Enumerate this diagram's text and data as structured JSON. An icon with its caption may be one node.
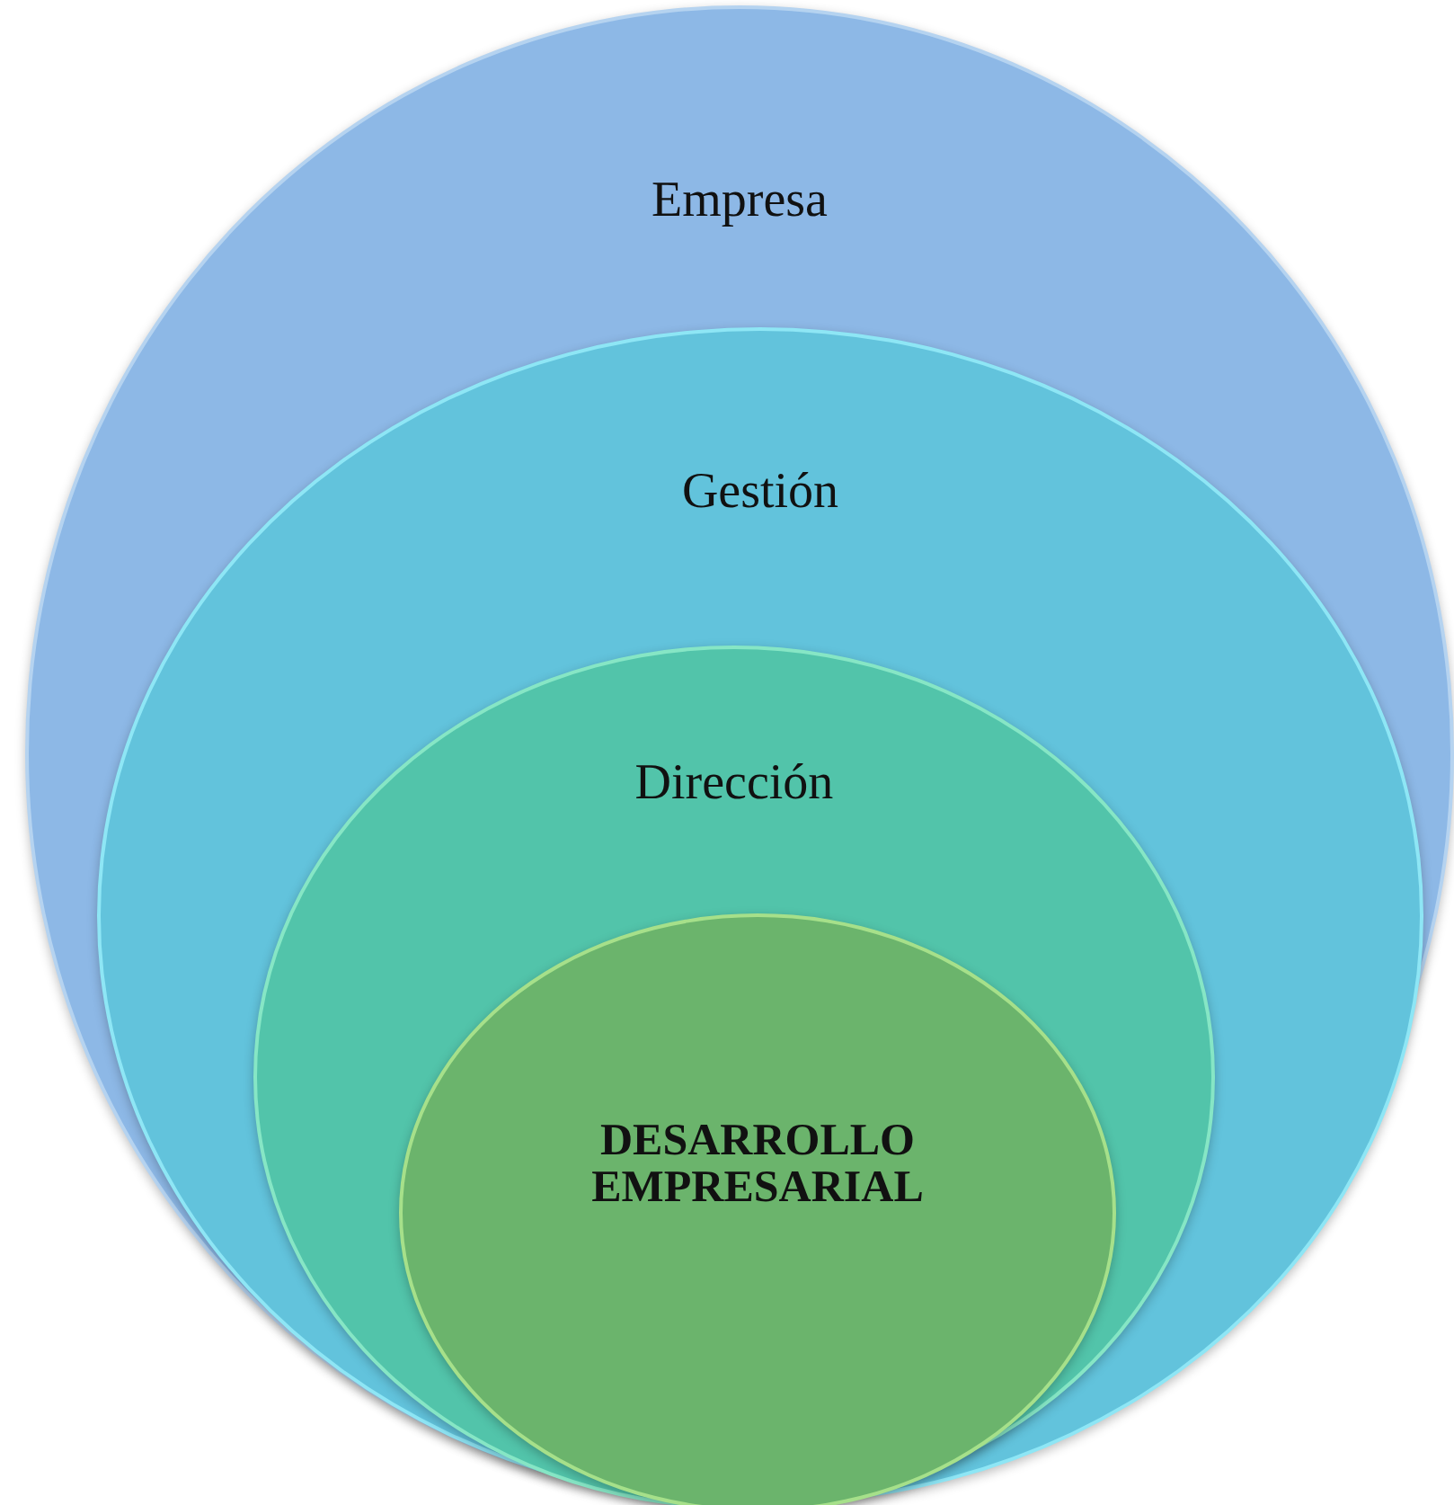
{
  "diagram": {
    "nodes": [
      {
        "text": [
          "Empresa"
        ]
      },
      {
        "text": [
          "Gestión"
        ],
        "in": 0
      },
      {
        "text": [
          "Dirección"
        ],
        "in": 1
      },
      {
        "text": [
          "DESARROLLO EMPRESARIAL"
        ],
        "in": 2
      }
    ]
  }
}
